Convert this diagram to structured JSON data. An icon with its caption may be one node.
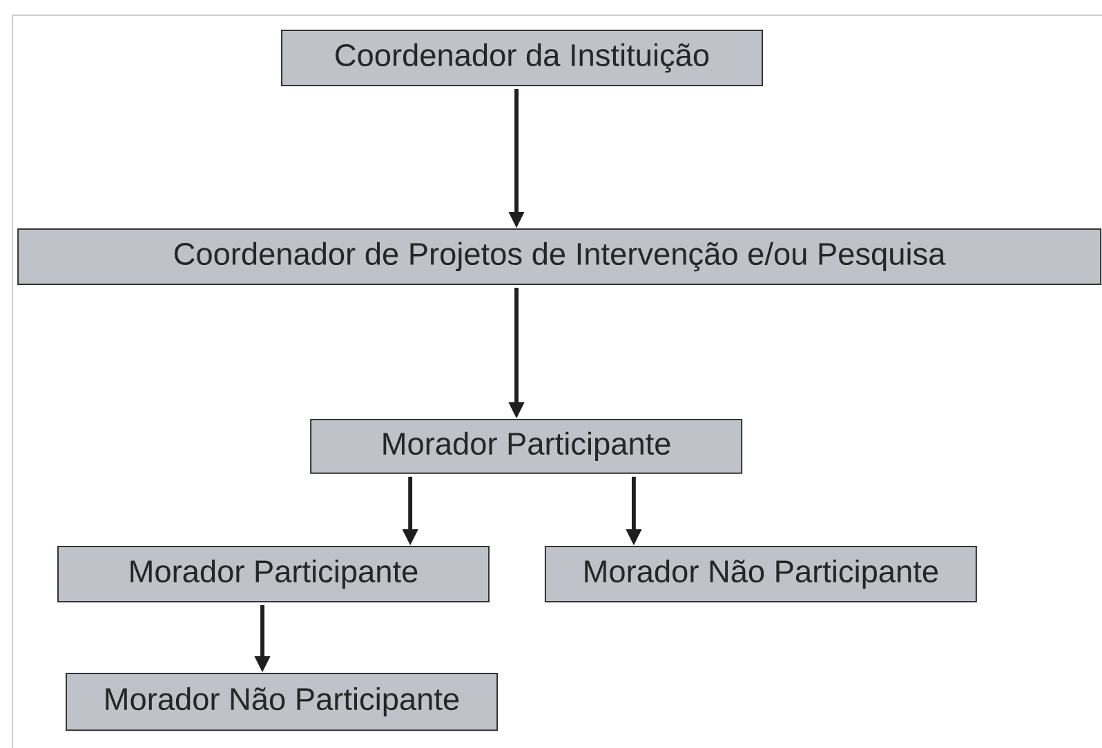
{
  "diagram": {
    "nodes": [
      {
        "text": [
          "Coordenador da Instituição"
        ]
      },
      {
        "text": [
          "Coordenador de Projetos de Intervenção e/ou Pesquisa"
        ]
      },
      {
        "text": [
          "Morador Participante"
        ]
      },
      {
        "text": [
          "Morador Participante"
        ]
      },
      {
        "text": [
          "Morador Não Participante"
        ]
      },
      {
        "text": [
          "Morador Não Participante"
        ]
      }
    ],
    "edges": [
      {
        "from": 0,
        "to": 1,
        "arrow": "to"
      },
      {
        "from": 1,
        "to": 2,
        "arrow": "to"
      },
      {
        "from": 2,
        "to": 3,
        "arrow": "to"
      },
      {
        "from": 2,
        "to": 4,
        "arrow": "to"
      },
      {
        "from": 3,
        "to": 5,
        "arrow": "to"
      }
    ]
  }
}
